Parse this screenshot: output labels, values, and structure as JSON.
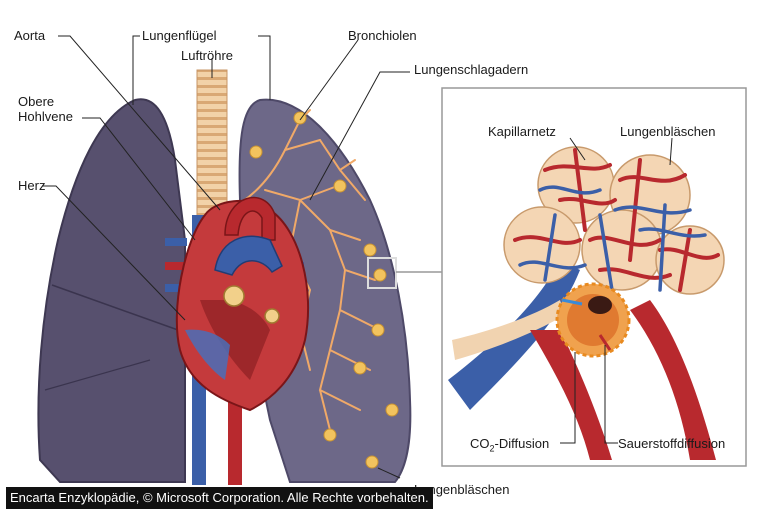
{
  "labels": {
    "aorta": "Aorta",
    "lungenfluegel": "Lungenflügel",
    "bronchiolen": "Bronchiolen",
    "luftroehre": "Luftröhre",
    "lungenschlagadern": "Lungenschlagadern",
    "obere_hohlvene_1": "Obere",
    "obere_hohlvene_2": "Hohlvene",
    "herz": "Herz",
    "kapillarnetz": "Kapillarnetz",
    "lungenblaeschen_inset": "Lungenbläschen",
    "co2_prefix": "CO",
    "co2_sub": "2",
    "co2_suffix": "-Diffusion",
    "sauerstoffdiffusion": "Sauerstoffdiffusion",
    "lungenblaeschen_bottom": "Lungenbläschen"
  },
  "caption": "Encarta Enzyklopädie, © Microsoft Corporation. Alle Rechte vorbehalten.",
  "colors": {
    "lung_left": "#57506e",
    "lung_right": "#6d6888",
    "bronchi": "#f0a968",
    "artery_red": "#b8292e",
    "vein_blue": "#3b5fa8",
    "alveoli_fill": "#f4d6b4",
    "inset_border": "#999999"
  }
}
